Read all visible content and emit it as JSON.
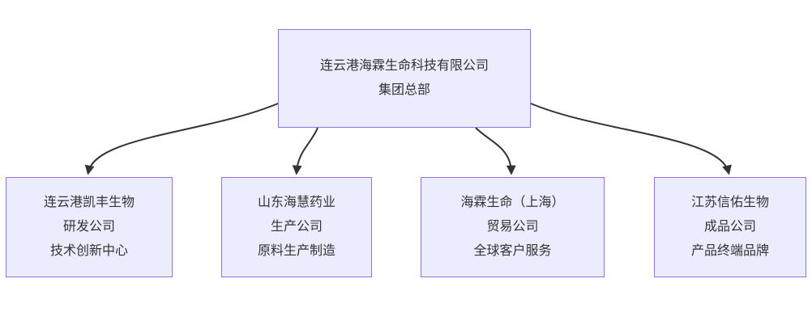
{
  "diagram": {
    "type": "org-chart",
    "colors": {
      "node_fill": "#ECECFF",
      "node_border": "#9370DB",
      "edge": "#333333",
      "text": "#333333",
      "background": "#ffffff"
    },
    "root": {
      "id": "root",
      "lines": [
        "连云港海霖生命科技有限公司",
        "集团总部"
      ]
    },
    "children": [
      {
        "id": "child-1",
        "lines": [
          "连云港凯丰生物",
          "研发公司",
          "技术创新中心"
        ]
      },
      {
        "id": "child-2",
        "lines": [
          "山东海慧药业",
          "生产公司",
          "原料生产制造"
        ]
      },
      {
        "id": "child-3",
        "lines": [
          "海霖生命（上海）",
          "贸易公司",
          "全球客户服务"
        ]
      },
      {
        "id": "child-4",
        "lines": [
          "江苏信佑生物",
          "成品公司",
          "产品终端品牌"
        ]
      }
    ],
    "edges": [
      {
        "from": "root",
        "to": "child-1",
        "arrow": "down"
      },
      {
        "from": "root",
        "to": "child-2",
        "arrow": "down"
      },
      {
        "from": "root",
        "to": "child-3",
        "arrow": "down"
      },
      {
        "from": "root",
        "to": "child-4",
        "arrow": "down"
      }
    ]
  }
}
